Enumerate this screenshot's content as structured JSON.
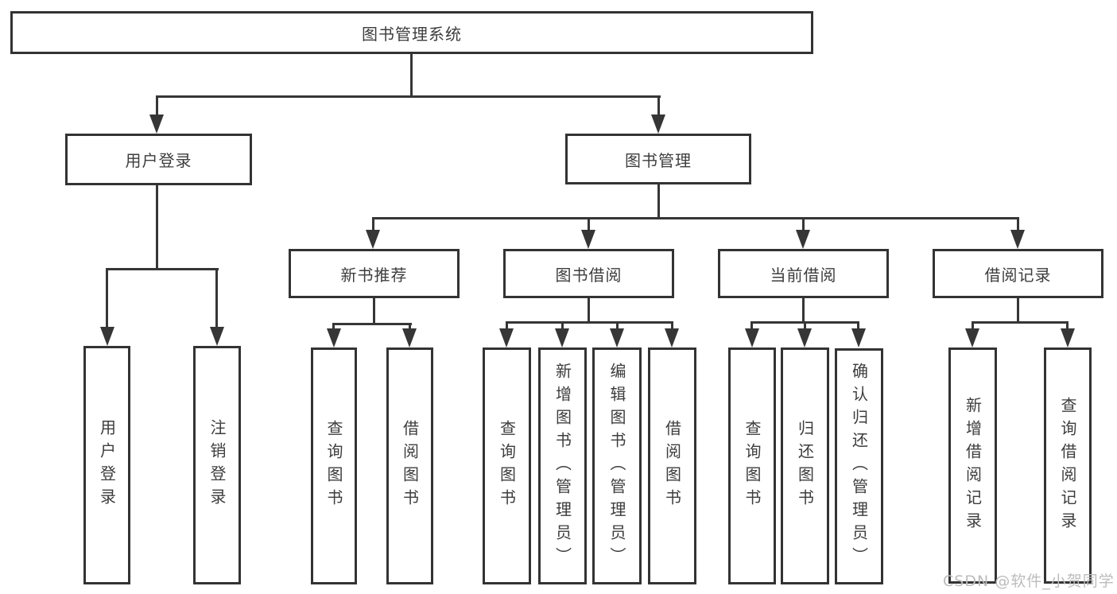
{
  "tree": {
    "label": "图书管理系统",
    "children": [
      {
        "label": "用户登录",
        "children": [
          {
            "label": "用户登录"
          },
          {
            "label": "注销登录"
          }
        ]
      },
      {
        "label": "图书管理",
        "children": [
          {
            "label": "新书推荐",
            "children": [
              {
                "label": "查询图书"
              },
              {
                "label": "借阅图书"
              }
            ]
          },
          {
            "label": "图书借阅",
            "children": [
              {
                "label": "查询图书"
              },
              {
                "label": "新增图书（管理员）"
              },
              {
                "label": "编辑图书（管理员）"
              },
              {
                "label": "借阅图书"
              }
            ]
          },
          {
            "label": "当前借阅",
            "children": [
              {
                "label": "查询图书"
              },
              {
                "label": "归还图书"
              },
              {
                "label": "确认归还（管理员）"
              }
            ]
          },
          {
            "label": "借阅记录",
            "children": [
              {
                "label": "新增借阅记录"
              },
              {
                "label": "查询借阅记录"
              }
            ]
          }
        ]
      }
    ]
  },
  "watermark": {
    "text": "CSDN @软件_小贺同学"
  },
  "colors": {
    "line": "#363636",
    "box_border": "#333333",
    "text": "#3d3d3d",
    "watermark": "#bcbcbc"
  }
}
